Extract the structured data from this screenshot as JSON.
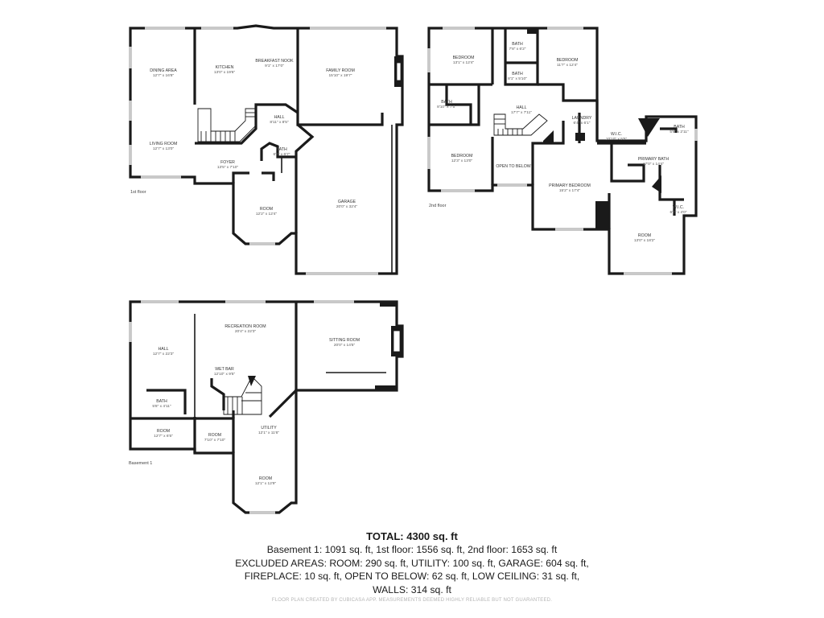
{
  "floors": [
    {
      "label": "1st floor",
      "rooms": [
        {
          "name": "DINING AREA",
          "dims": "12'7\" x 16'8\""
        },
        {
          "name": "LIVING ROOM",
          "dims": "12'7\" x 13'0\""
        },
        {
          "name": "KITCHEN",
          "dims": "13'0\" x 19'6\""
        },
        {
          "name": "BREAKFAST NOOK",
          "dims": "9'1\" x 17'0\""
        },
        {
          "name": "FAMILY ROOM",
          "dims": "15'10\" x 19'7\""
        },
        {
          "name": "HALL",
          "dims": "8'11\" x 8'5\""
        },
        {
          "name": "BATH",
          "dims": "6'7\" x 6'7\""
        },
        {
          "name": "FOYER",
          "dims": "13'5\" x 7'10\""
        },
        {
          "name": "ROOM",
          "dims": "12'2\" x 12'4\""
        },
        {
          "name": "GARAGE",
          "dims": "20'0\" x 32'4\""
        }
      ]
    },
    {
      "label": "2nd floor",
      "rooms": [
        {
          "name": "BEDROOM",
          "dims": "13'1\" x 12'4\""
        },
        {
          "name": "BATH",
          "dims": "7'8\" x 6'2\""
        },
        {
          "name": "BATH",
          "dims": "8'1\" x 5'10\""
        },
        {
          "name": "BEDROOM",
          "dims": "11'7\" x 12'4\""
        },
        {
          "name": "BATH",
          "dims": "8'10\" x 7'5\""
        },
        {
          "name": "HALL",
          "dims": "17'7\" x 7'11\""
        },
        {
          "name": "LAUNDRY",
          "dims": "6'4\" x 6'1\""
        },
        {
          "name": "W.I.C.",
          "dims": "10'10\" x 5'5\""
        },
        {
          "name": "BATH",
          "dims": "5'6\" x 2'11\""
        },
        {
          "name": "BEDROOM",
          "dims": "12'3\" x 13'0\""
        },
        {
          "name": "OPEN TO BELOW",
          "dims": ""
        },
        {
          "name": "PRIMARY BEDROOM",
          "dims": "15'2\" x 17'4\""
        },
        {
          "name": "PRIMARY BATH",
          "dims": "17'0\" x 14'4\""
        },
        {
          "name": "W.I.C.",
          "dims": "6'7\" x 4'0\""
        },
        {
          "name": "ROOM",
          "dims": "13'0\" x 18'2\""
        }
      ]
    },
    {
      "label": "Basement 1",
      "rooms": [
        {
          "name": "HALL",
          "dims": "12'7\" x 22'3\""
        },
        {
          "name": "RECREATION ROOM",
          "dims": "20'4\" x 22'3\""
        },
        {
          "name": "WET BAR",
          "dims": "12'10\" x 9'5\""
        },
        {
          "name": "SITTING ROOM",
          "dims": "20'0\" x 14'5\""
        },
        {
          "name": "BATH",
          "dims": "5'8\" x 4'11\""
        },
        {
          "name": "ROOM",
          "dims": "12'7\" x 6'5\""
        },
        {
          "name": "ROOM",
          "dims": "7'10\" x 7'10\""
        },
        {
          "name": "UTILITY",
          "dims": "12'1\" x 11'6\""
        },
        {
          "name": "ROOM",
          "dims": "12'1\" x 12'9\""
        }
      ]
    }
  ],
  "summary": {
    "total": "TOTAL: 4300 sq. ft",
    "line1": "Basement 1: 1091 sq. ft, 1st floor: 1556 sq. ft, 2nd floor: 1653 sq. ft",
    "line2": "EXCLUDED AREAS: ROOM: 290 sq. ft, UTILITY: 100 sq. ft, GARAGE: 604 sq. ft,",
    "line3": "FIREPLACE: 10 sq. ft, OPEN TO BELOW: 62 sq. ft, LOW CEILING: 31 sq. ft,",
    "line4": "WALLS: 314 sq. ft"
  },
  "footer": "FLOOR PLAN CREATED BY CUBICASA APP. MEASUREMENTS DEEMED HIGHLY RELIABLE BUT NOT GUARANTEED."
}
